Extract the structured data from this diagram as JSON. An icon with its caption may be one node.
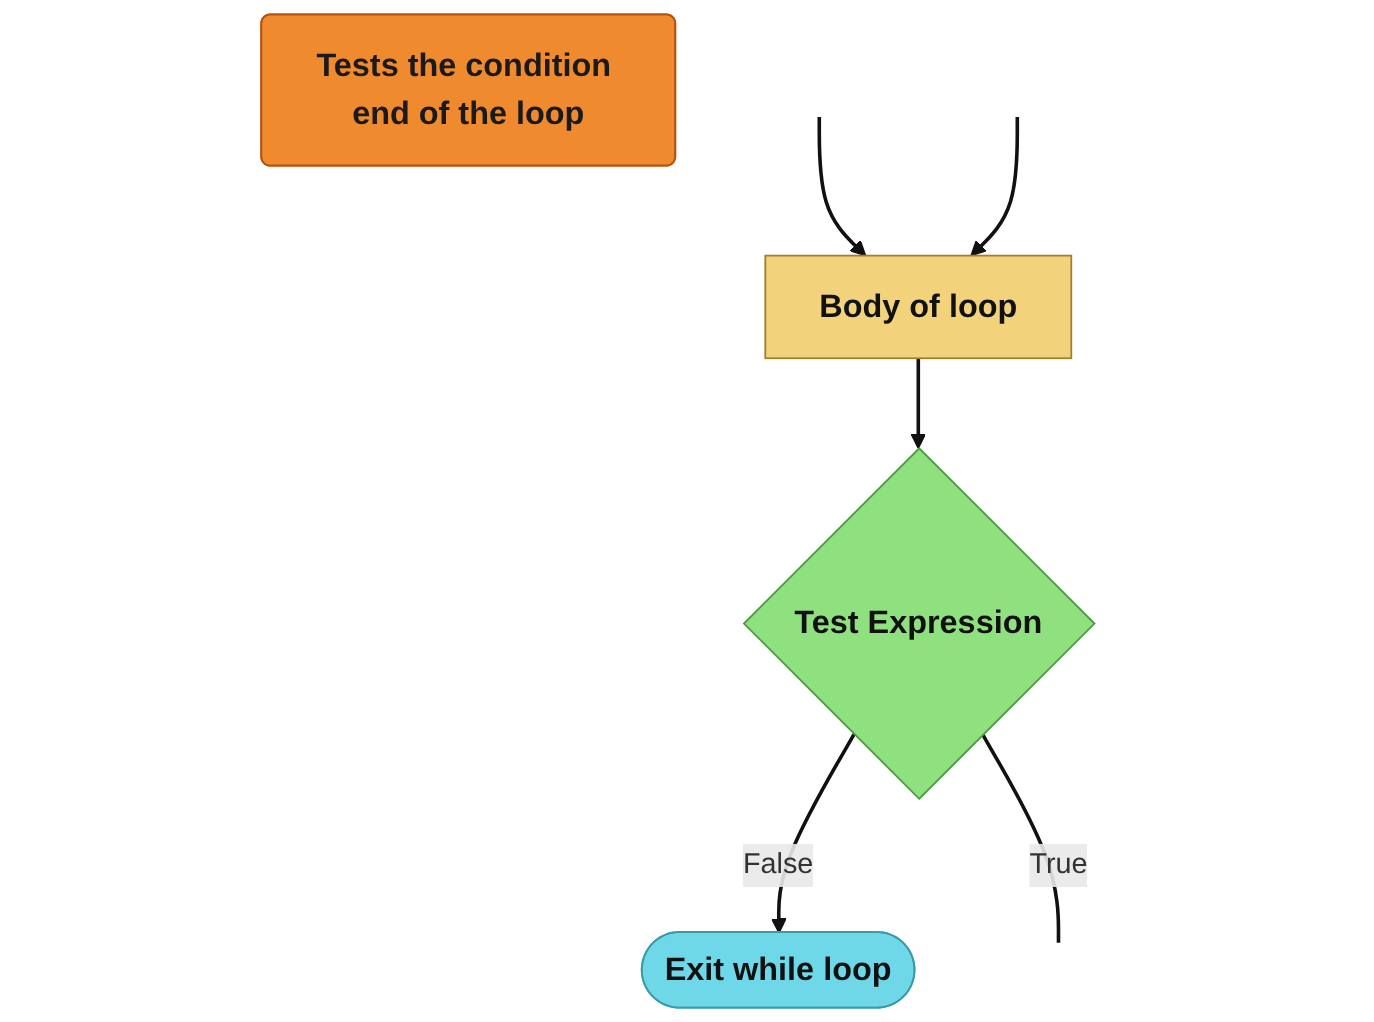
{
  "diagram": {
    "nodes": [
      {
        "text": [
          "Tests the condition end of the loop"
        ]
      },
      {
        "text": [
          "Body of loop"
        ]
      },
      {
        "text": [
          "Test Expression"
        ]
      },
      {
        "text": [
          "Exit while loop"
        ]
      }
    ],
    "edges": [
      {
        "from": null,
        "to": 1,
        "arrow": "to"
      },
      {
        "from": null,
        "to": 1,
        "arrow": "to"
      },
      {
        "from": 1,
        "to": 2,
        "arrow": "to"
      },
      {
        "from": 2,
        "to": 3,
        "arrow": "to",
        "label": "False"
      },
      {
        "from": 2,
        "to": null,
        "arrow": "none",
        "label": "True"
      }
    ]
  }
}
